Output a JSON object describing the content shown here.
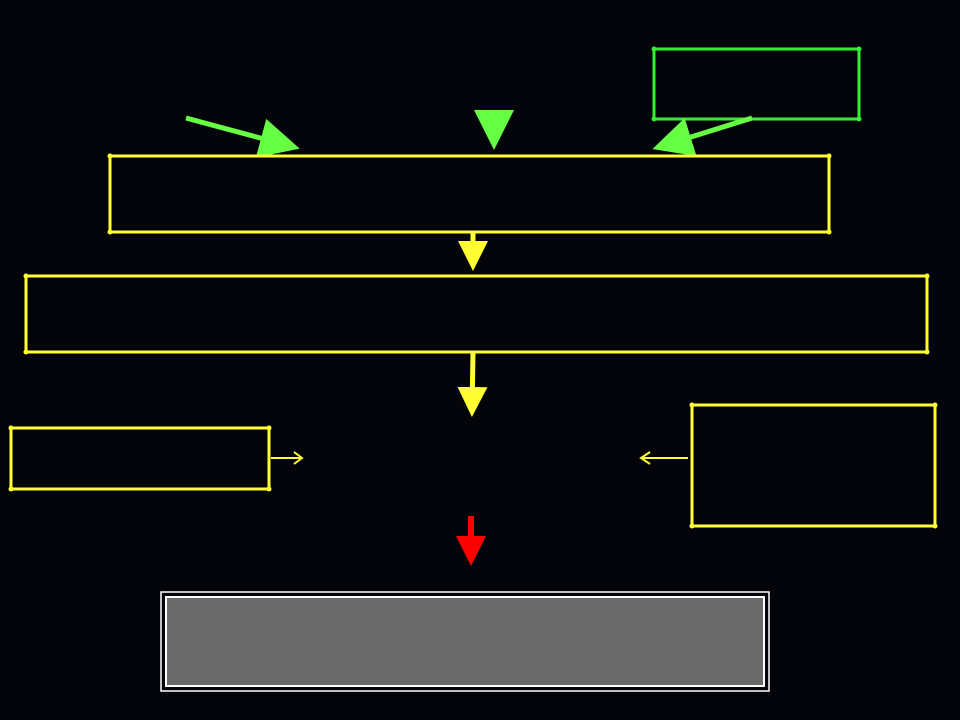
{
  "colors": {
    "background": "#04050a",
    "yellow": "#ffff33",
    "green": "#33ee33",
    "light_green": "#66ff44",
    "red": "#ff0000",
    "grey_fill": "#6a6a6a",
    "white": "#ffffff"
  },
  "diagram": {
    "nodes": [
      {
        "id": "input-left-text",
        "text": "",
        "shape": "none"
      },
      {
        "id": "input-middle-text",
        "text": "",
        "shape": "none"
      },
      {
        "id": "input-right-box",
        "text": "",
        "shape": "box",
        "color": "green"
      },
      {
        "id": "process-box-1",
        "text": "",
        "shape": "box",
        "color": "yellow"
      },
      {
        "id": "process-box-2",
        "text": "",
        "shape": "box",
        "color": "yellow"
      },
      {
        "id": "left-side-box",
        "text": "",
        "shape": "box",
        "color": "yellow"
      },
      {
        "id": "center-result-text",
        "text": "",
        "shape": "none"
      },
      {
        "id": "right-side-box",
        "text": "",
        "shape": "box",
        "color": "yellow"
      },
      {
        "id": "final-output-box",
        "text": "",
        "shape": "box",
        "color": "grey"
      }
    ],
    "edges": [
      {
        "from": "input-left-text",
        "to": "process-box-1",
        "color": "light_green"
      },
      {
        "from": "input-middle-text",
        "to": "process-box-1",
        "color": "light_green"
      },
      {
        "from": "input-right-box",
        "to": "process-box-1",
        "color": "light_green"
      },
      {
        "from": "process-box-1",
        "to": "process-box-2",
        "color": "yellow"
      },
      {
        "from": "process-box-2",
        "to": "center-result-text",
        "color": "yellow"
      },
      {
        "from": "left-side-box",
        "to": "center-result-text",
        "color": "yellow"
      },
      {
        "from": "right-side-box",
        "to": "center-result-text",
        "color": "yellow"
      },
      {
        "from": "center-result-text",
        "to": "final-output-box",
        "color": "red"
      }
    ]
  }
}
